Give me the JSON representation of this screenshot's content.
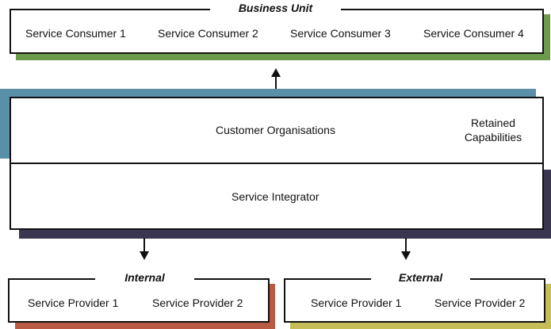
{
  "business_unit": {
    "title": "Business Unit",
    "consumers": [
      "Service Consumer 1",
      "Service Consumer 2",
      "Service Consumer 3",
      "Service Consumer 4"
    ]
  },
  "center": {
    "customer_organisations": "Customer Organisations",
    "retained_line1": "Retained",
    "retained_line2": "Capabilities",
    "service_integrator": "Service Integrator"
  },
  "internal": {
    "title": "Internal",
    "providers": [
      "Service Provider 1",
      "Service Provider 2"
    ]
  },
  "external": {
    "title": "External",
    "providers": [
      "Service Provider 1",
      "Service Provider 2"
    ]
  },
  "colors": {
    "business_shadow": "#6a9a4a",
    "customer_band": "#5a8fa8",
    "integrator_shadow": "#3a3650",
    "internal_shadow": "#b85a44",
    "external_shadow": "#c5bd58"
  }
}
